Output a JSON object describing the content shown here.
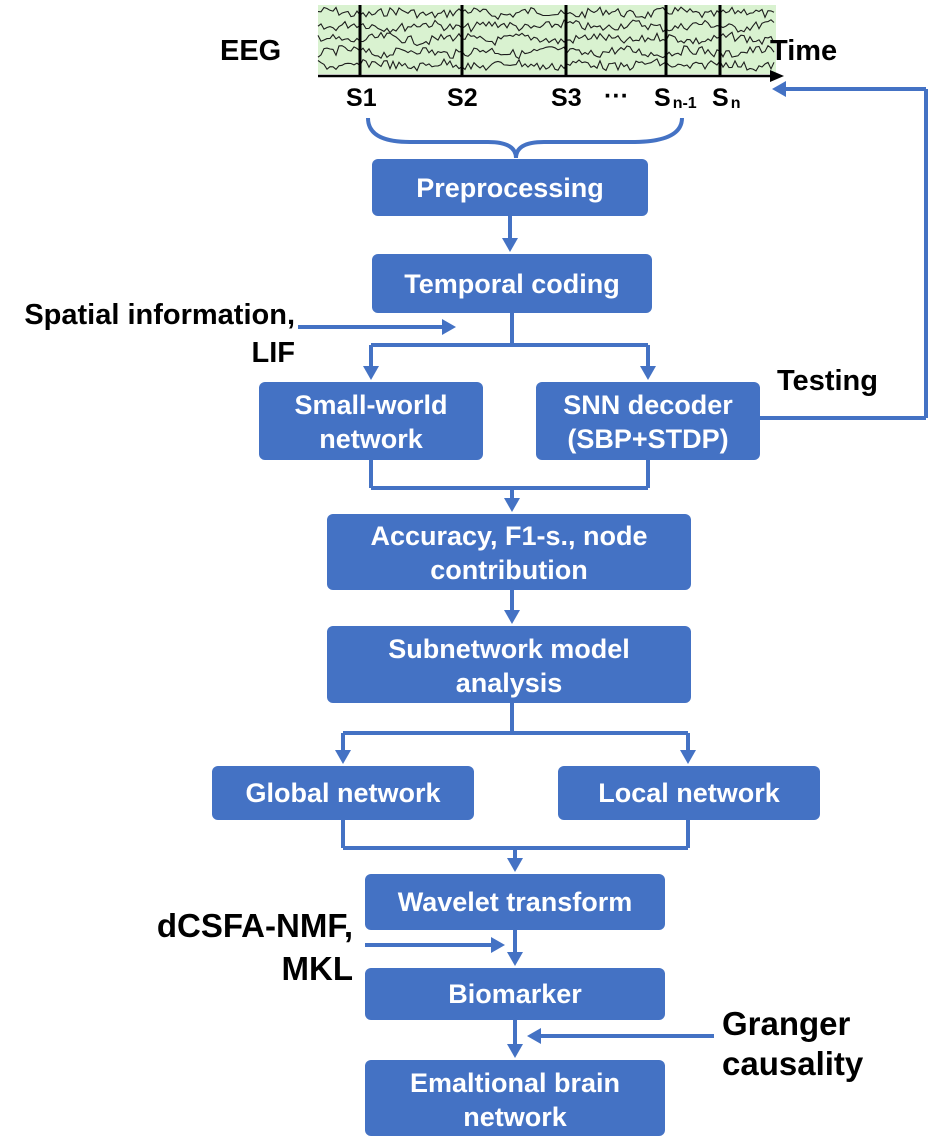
{
  "eeg": {
    "label": "EEG",
    "time_label": "Time",
    "panel_color": "#d9f2d0",
    "segments": [
      {
        "main": "S",
        "sub": "1"
      },
      {
        "main": "S",
        "sub": "2"
      },
      {
        "main": "S",
        "sub": "3"
      },
      {
        "main": "···",
        "sub": ""
      },
      {
        "main": "S",
        "sub": "n-1"
      },
      {
        "main": "S",
        "sub": "n"
      }
    ]
  },
  "nodes": {
    "preprocessing": [
      "Preprocessing"
    ],
    "temporal_coding": [
      "Temporal coding"
    ],
    "small_world": [
      "Small-world",
      "network"
    ],
    "snn_decoder": [
      "SNN decoder",
      "(SBP+STDP)"
    ],
    "accuracy": [
      "Accuracy, F1-s., node",
      "contribution"
    ],
    "subnetwork": [
      "Subnetwork model",
      "analysis"
    ],
    "global_network": [
      "Global network"
    ],
    "local_network": [
      "Local network"
    ],
    "wavelet": [
      "Wavelet transform"
    ],
    "biomarker": [
      "Biomarker"
    ],
    "emotional": [
      "Emaltional brain",
      "network"
    ]
  },
  "inputs": {
    "spatial": [
      "Spatial information,",
      "LIF"
    ],
    "testing": [
      "Testing"
    ],
    "dcsfa": [
      "dCSFA-NMF,",
      "MKL"
    ],
    "granger": [
      "Granger",
      "causality"
    ]
  },
  "colors": {
    "node_fill": "#4472c4",
    "node_text": "#ffffff",
    "arrow": "#4472c4"
  }
}
